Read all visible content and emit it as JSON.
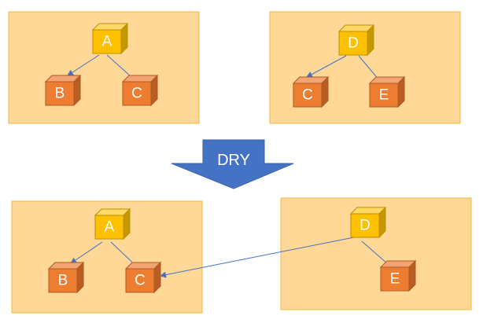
{
  "arrow_label": "DRY",
  "colors": {
    "panel_fill": "#ffd797",
    "panel_border": "#f4b63e",
    "cube_yellow": "#ffc000",
    "cube_orange": "#ed7d31",
    "arrow_blue": "#4472c4",
    "connector": "#4472c4"
  },
  "top_left": {
    "root": "A",
    "left_child": "B",
    "right_child": "C"
  },
  "top_right": {
    "root": "D",
    "left_child": "C",
    "right_child": "E"
  },
  "bottom_left": {
    "root": "A",
    "left_child": "B",
    "right_child": "C"
  },
  "bottom_right": {
    "root": "D",
    "child": "E"
  }
}
